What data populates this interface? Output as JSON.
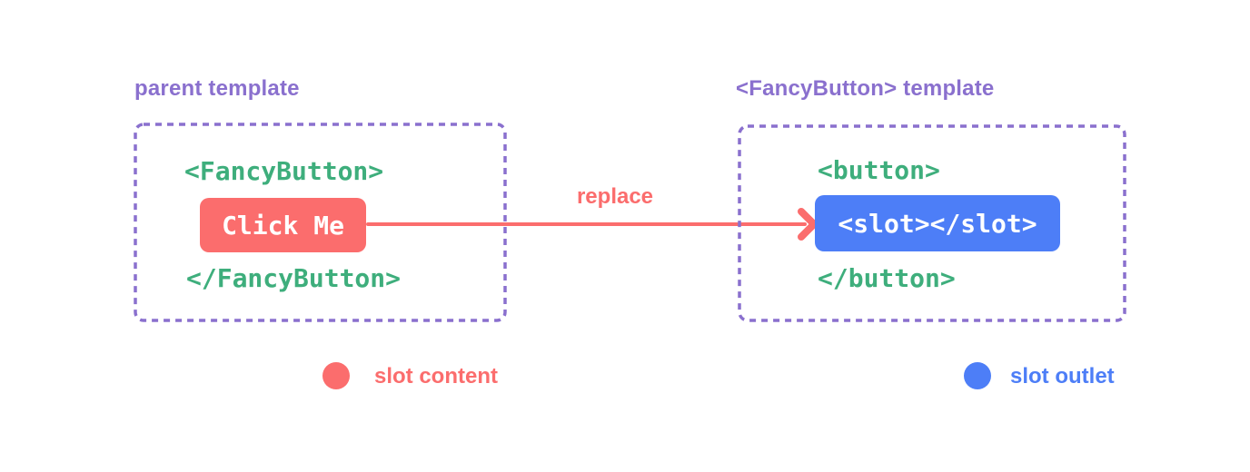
{
  "diagram": {
    "background": "#ffffff",
    "colors": {
      "purple_titles_and_borders": "#8A70CE",
      "green_code": "#3EAE7C",
      "red_slot_content": "#FB6D6D",
      "blue_slot_outlet": "#4D7EF7",
      "button_text": "#ffffff"
    },
    "left_panel": {
      "title": "parent template",
      "code_open": "<FancyButton>",
      "button_label": "Click Me",
      "code_close": "</FancyButton>"
    },
    "arrow": {
      "label": "replace"
    },
    "right_panel": {
      "title": "<FancyButton> template",
      "code_open": "<button>",
      "slot_label": "<slot></slot>",
      "code_close": "</button>"
    },
    "legend": {
      "slot_content": {
        "label": "slot content",
        "color": "#FB6D6D"
      },
      "slot_outlet": {
        "label": "slot outlet",
        "color": "#4D7EF7"
      }
    }
  }
}
